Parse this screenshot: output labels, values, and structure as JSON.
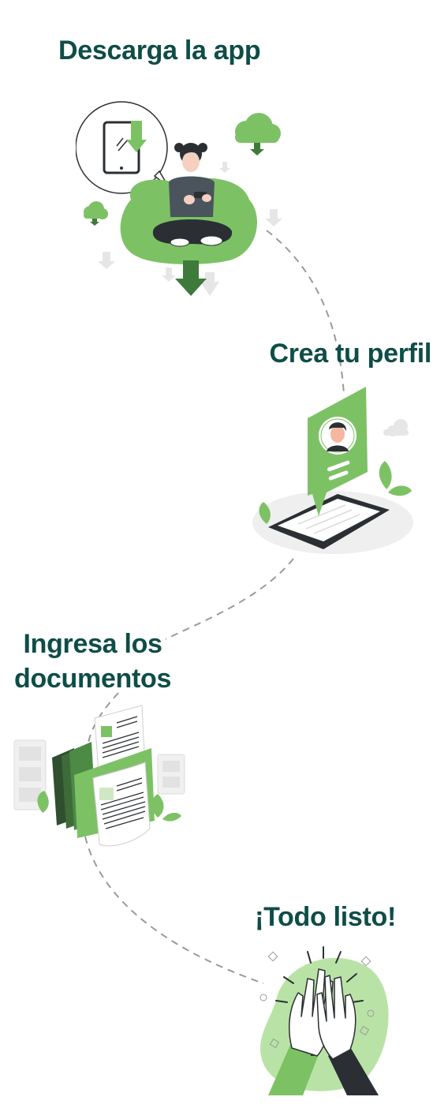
{
  "steps": [
    {
      "id": "download",
      "title": "Descarga la app",
      "illustration": "person-downloading-app-icon"
    },
    {
      "id": "profile",
      "title": "Crea tu perfil",
      "illustration": "profile-card-phone-icon"
    },
    {
      "id": "documents",
      "title_lines": [
        "Ingresa los",
        "documentos"
      ],
      "illustration": "documents-folders-icon"
    },
    {
      "id": "done",
      "title": "¡Todo listo!",
      "illustration": "high-five-icon"
    }
  ],
  "colors": {
    "title": "#0f4d47",
    "accent_green": "#7cc265",
    "dark_green": "#3e7a3a",
    "path_dash": "#9a9a9a"
  }
}
